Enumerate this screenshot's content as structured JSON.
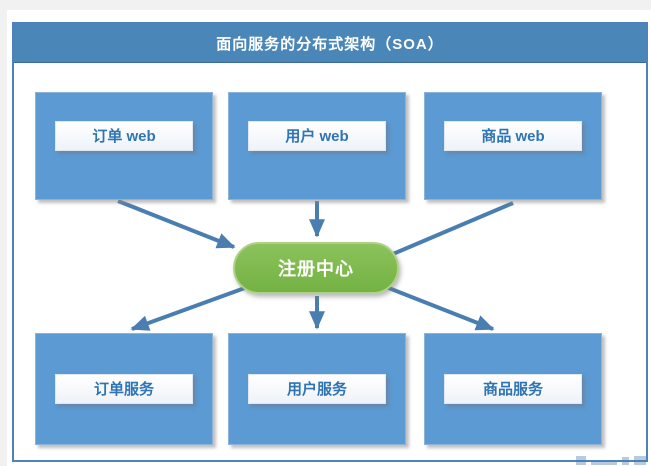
{
  "frame": {
    "title": "面向服务的分布式架构（SOA）"
  },
  "nodes": {
    "top": [
      {
        "label": "订单 web"
      },
      {
        "label": "用户 web"
      },
      {
        "label": "商品 web"
      }
    ],
    "center": {
      "label": "注册中心"
    },
    "bottom": [
      {
        "label": "订单服务"
      },
      {
        "label": "用户服务"
      },
      {
        "label": "商品服务"
      }
    ]
  },
  "connections": [
    {
      "from": "订单 web",
      "to": "注册中心",
      "arrowhead": "at-center"
    },
    {
      "from": "用户 web",
      "to": "注册中心",
      "arrowhead": "at-center"
    },
    {
      "from": "商品 web",
      "to": "注册中心",
      "arrowhead": "none-visible"
    },
    {
      "from": "注册中心",
      "to": "订单服务",
      "arrowhead": "at-service"
    },
    {
      "from": "注册中心",
      "to": "用户服务",
      "arrowhead": "at-service"
    },
    {
      "from": "注册中心",
      "to": "商品服务",
      "arrowhead": "at-service"
    }
  ],
  "colors": {
    "title_bar": "#4a86b8",
    "frame_border": "#4f81bd",
    "node_fill": "#5b9ad2",
    "node_label_text": "#2f74b5",
    "center_fill": "#7db84d",
    "arrow": "#4a7eb0",
    "page_background": "#f1f1f1"
  }
}
